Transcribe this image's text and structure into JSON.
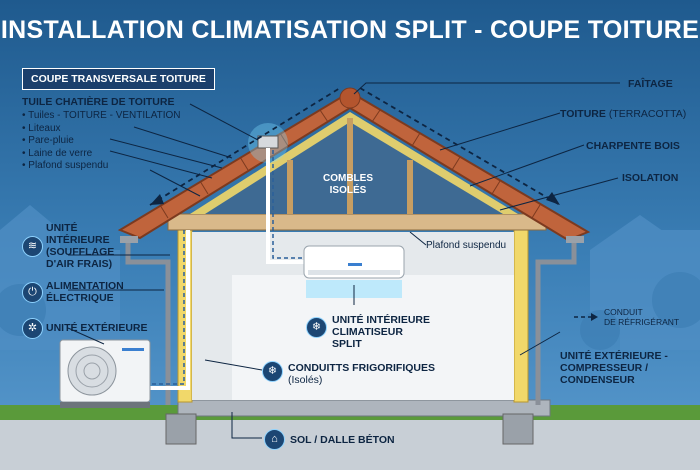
{
  "title": "INSTALLATION CLIMATISATION SPLIT - COUPE TOITURE",
  "section_label": "COUPE TRANSVERSALE TOITURE",
  "layers": {
    "heading": "TUILE CHATIÈRE DE TOITURE",
    "items": [
      "• Tuiles    - TOITURE - VENTILATION",
      "• Liteaux",
      "• Pare-pluie",
      "• Laine de verre",
      "• Plafond suspendu"
    ]
  },
  "labels": {
    "faitage": "FAÎTAGE",
    "toiture_b": "TOITURE",
    "toiture_n": "(TERRACOTTA)",
    "charpente": "CHARPENTE BOIS",
    "isolation": "ISOLATION",
    "combles": "COMBLES ISOLÉS",
    "plafond": "Plafond suspendu",
    "conduit_line1": "CONDUIT",
    "conduit_line2": "DE RÉFRIGÉRANT",
    "ue_right": "UNITÉ EXTÉRIEURE - COMPRESSEUR / CONDENSEUR",
    "ui_left": "UNITÉ INTÉRIEURE (SOUFFLAGE D'AIR FRAIS)",
    "alim": "ALIMENTATION ÉLECTRIQUE",
    "ue_left": "UNITÉ EXTÉRIEURE",
    "ui_center": "UNITÉ INTÉRIEURE CLIMATISEUR SPLIT",
    "conduits": "CONDUITTS FRIGORIFIQUES",
    "conduits_note": "(Isolés)",
    "sol": "SOL / DALLE BÉTON"
  },
  "icons": {
    "air": "air-flow-icon",
    "plug": "power-plug-icon",
    "fan": "fan-icon",
    "snow": "snowflake-icon",
    "house": "house-icon"
  },
  "colors": {
    "sky": "#3b7fb6",
    "roof": "#c0643c",
    "insulation": "#f1d86a",
    "wood": "#d9b98a",
    "accent": "#1b3f6c",
    "glow": "#7fdcff"
  }
}
